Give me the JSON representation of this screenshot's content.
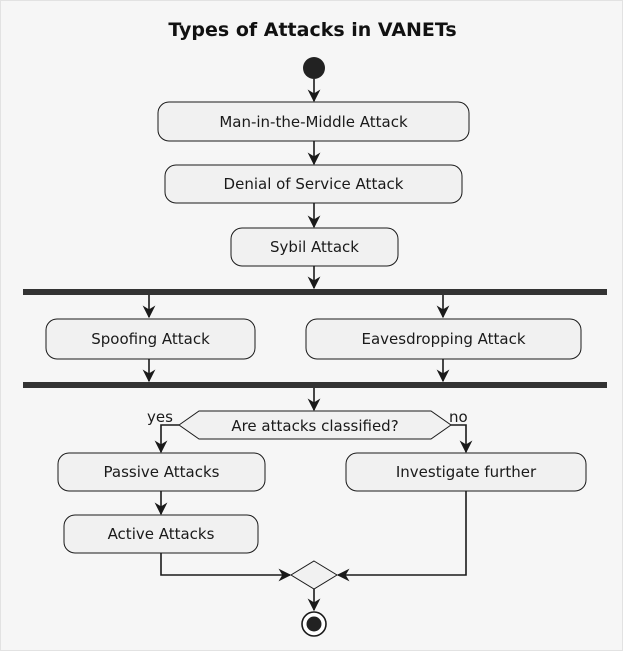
{
  "title": "Types of Attacks in VANETs",
  "nodes": {
    "mitm": "Man-in-the-Middle Attack",
    "dos": "Denial of Service Attack",
    "sybil": "Sybil Attack",
    "spoofing": "Spoofing Attack",
    "eavesdropping": "Eavesdropping Attack",
    "decision": "Are attacks classified?",
    "passive": "Passive Attacks",
    "active": "Active Attacks",
    "investigate": "Investigate further"
  },
  "branches": {
    "yes": "yes",
    "no": "no"
  },
  "colors": {
    "node_fill": "#f1f1f1",
    "stroke": "#1a1a1a",
    "bar": "#333333",
    "background": "#f6f6f6"
  }
}
